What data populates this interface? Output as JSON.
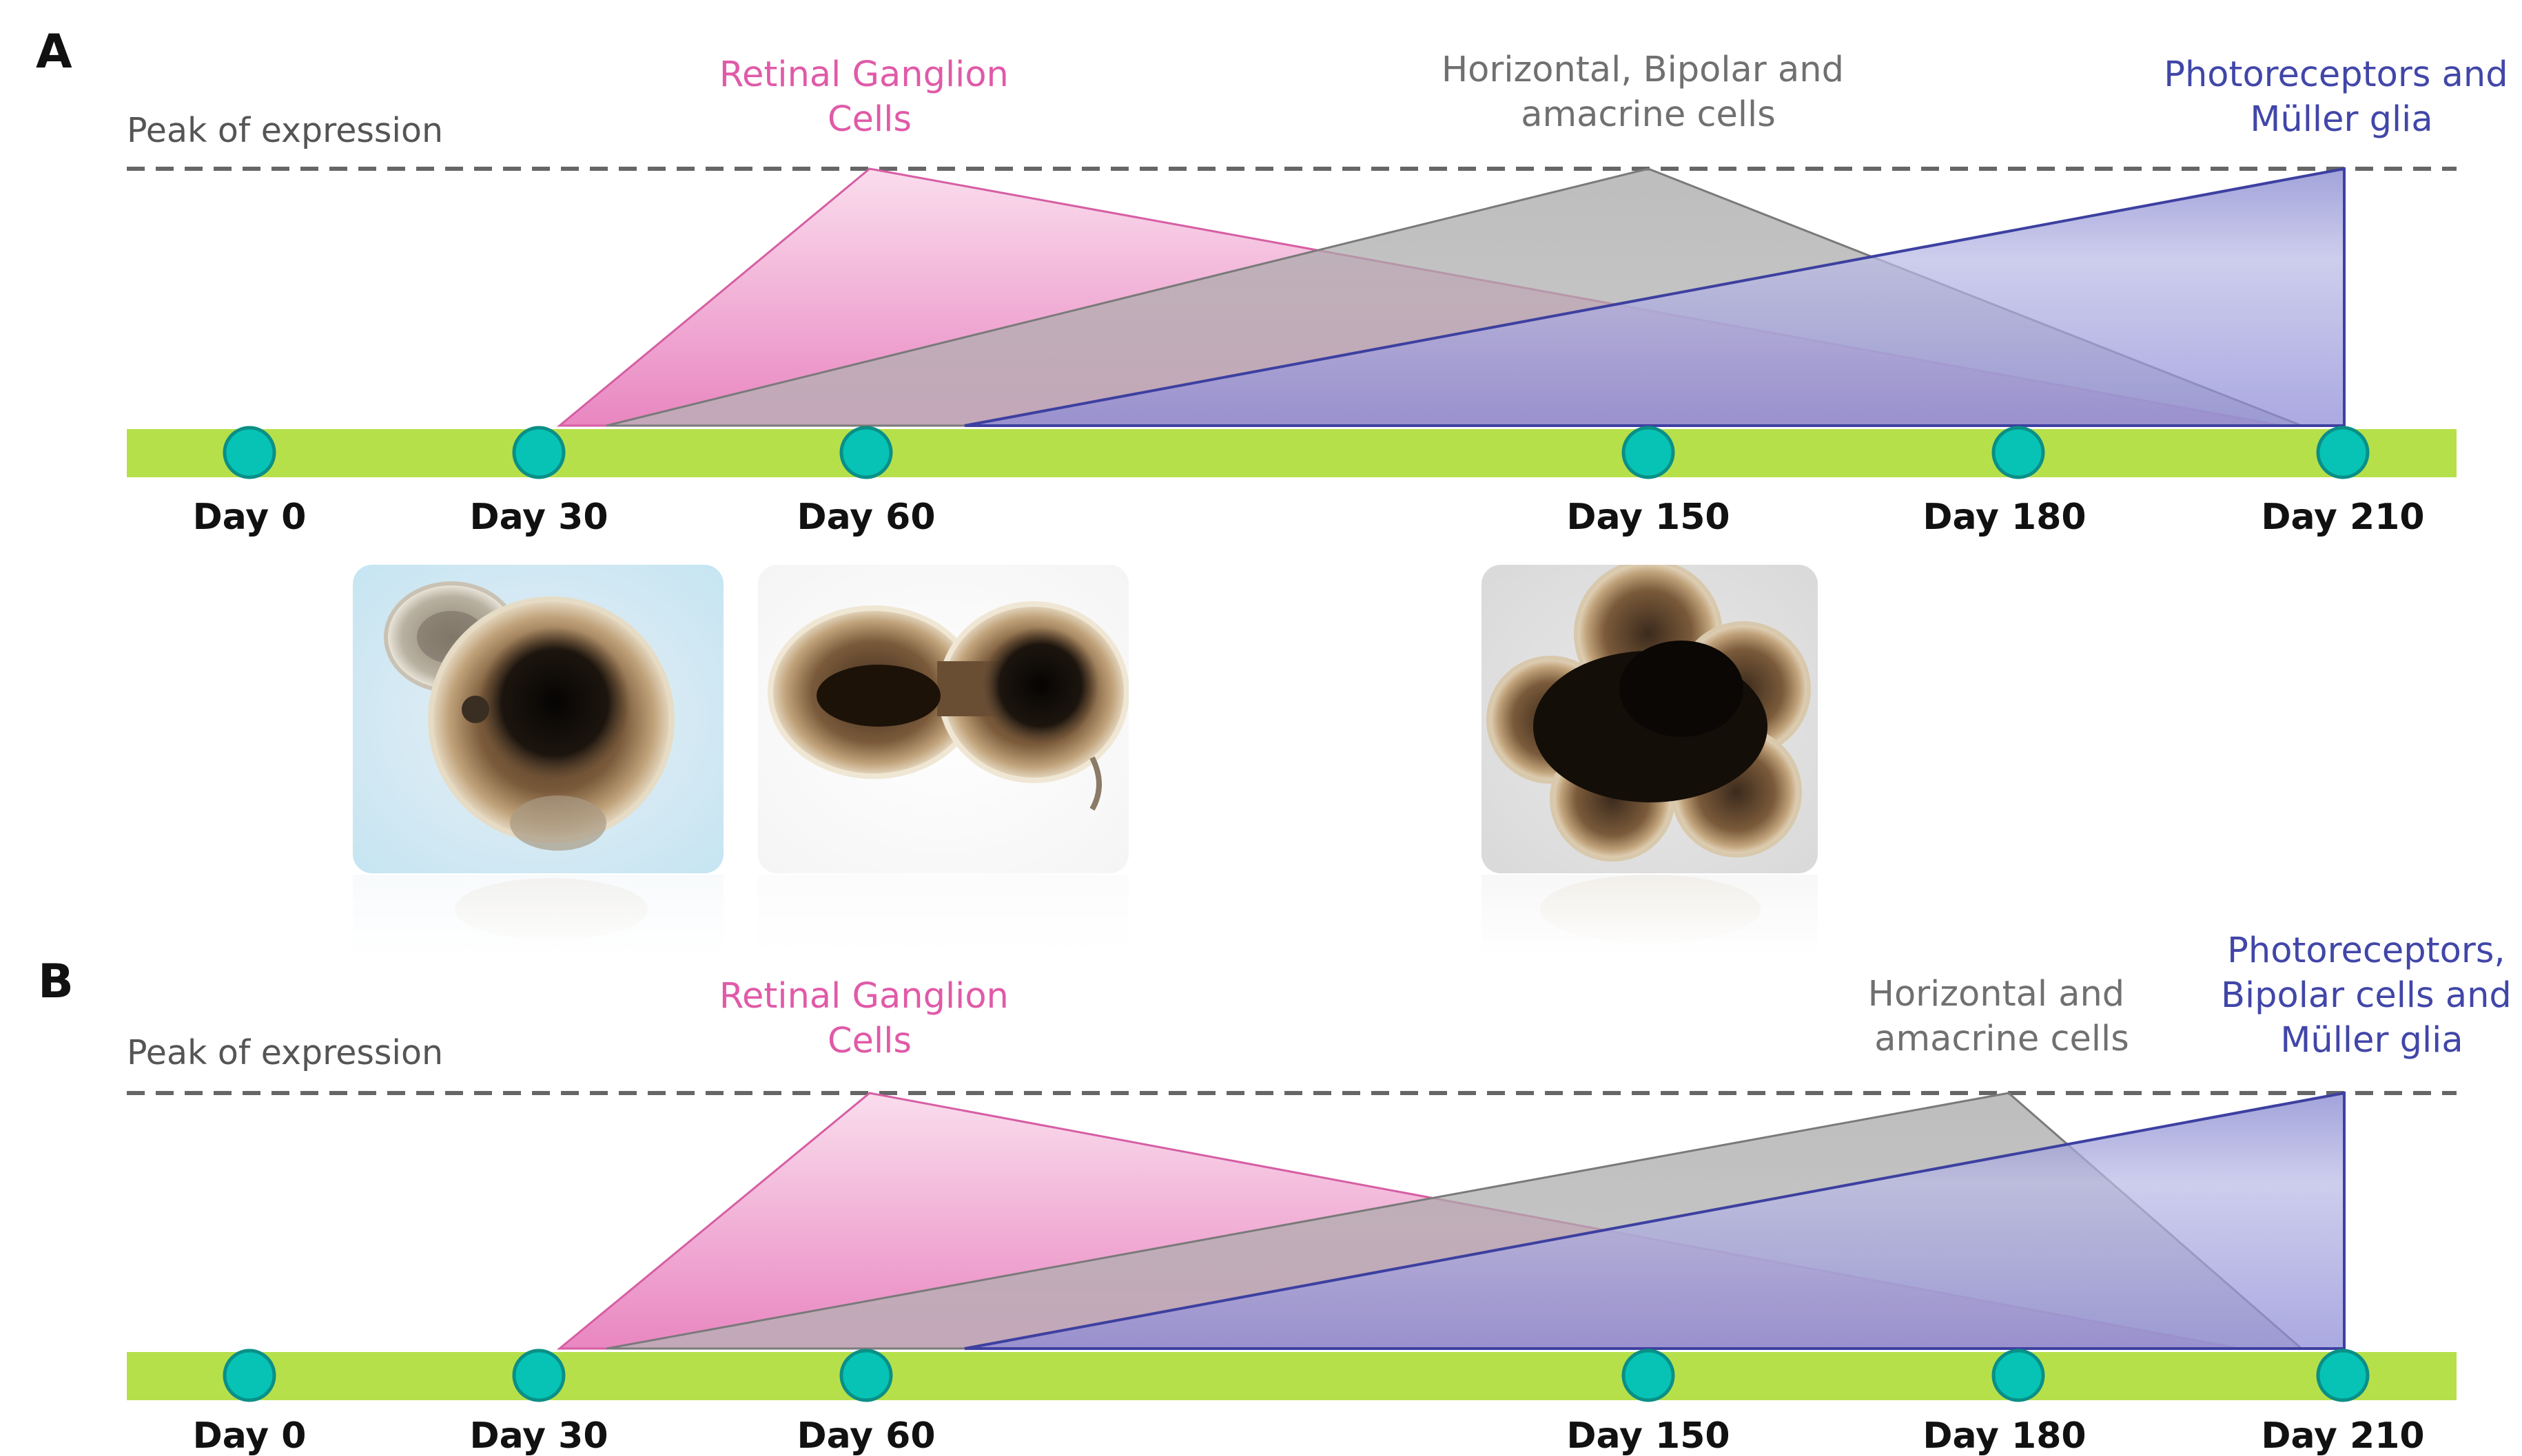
{
  "colors": {
    "timeline": "#b6e04a",
    "dot_fill": "#06c3b5",
    "dot_stroke": "#0a8f86",
    "dashed_line": "#666666",
    "rgc": "#e05aa8",
    "hba": "#707070",
    "pr": "#4146a8",
    "letter": "#111111"
  },
  "panel_a": {
    "letter": "A",
    "peak_label": "Peak of expression",
    "days": [
      "Day 0",
      "Day 30",
      "Day 60",
      "Day 150",
      "Day 180",
      "Day 210"
    ],
    "rgc_label": [
      "Retinal Ganglion",
      "Cells"
    ],
    "hba_label": [
      "Horizontal, Bipolar and",
      "amacrine cells"
    ],
    "pr_label": [
      "Photoreceptors and",
      "Müller glia"
    ],
    "images": [
      "organoid-day-30",
      "organoid-day-60",
      "organoid-day-150"
    ]
  },
  "panel_b": {
    "letter": "B",
    "peak_label": "Peak of expression",
    "days": [
      "Day 0",
      "Day 30",
      "Day 60",
      "Day 150",
      "Day 180",
      "Day 210"
    ],
    "rgc_label": [
      "Retinal Ganglion",
      "Cells"
    ],
    "hba_label": [
      "Horizontal and",
      "amacrine cells"
    ],
    "pr_label": [
      "Photoreceptors,",
      "Bipolar cells and",
      "Müller glia"
    ]
  }
}
